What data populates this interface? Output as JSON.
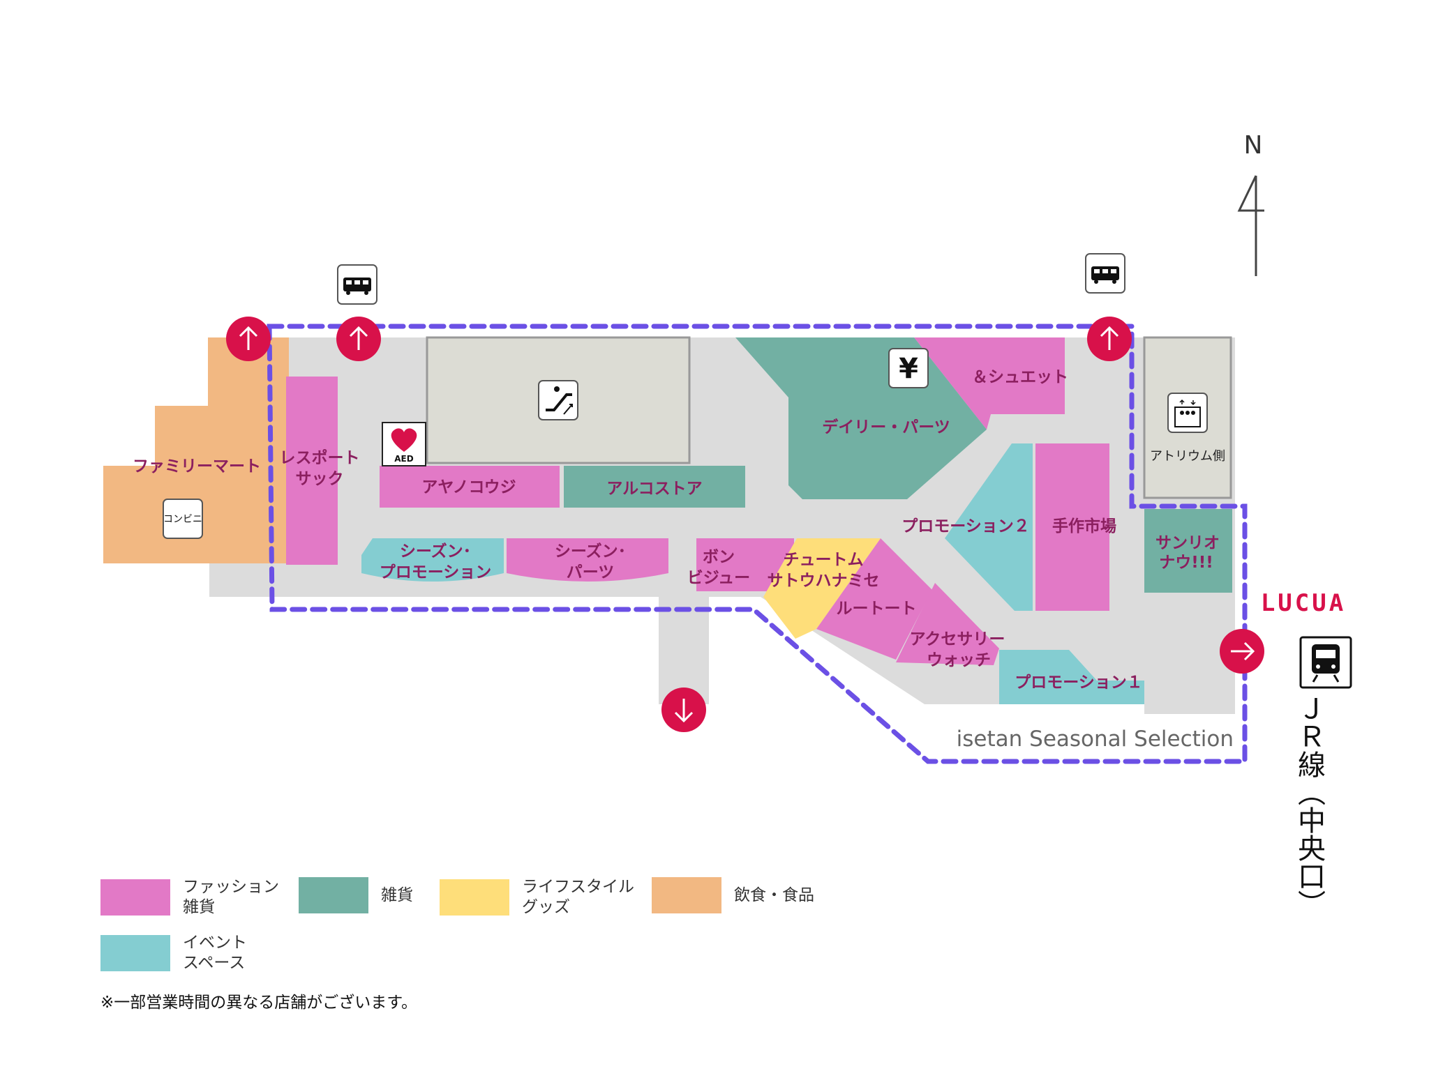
{
  "map": {
    "compass": "N",
    "stores": {
      "family_mart": "ファミリーマート",
      "convenience_sign": "コンビニ",
      "lesportsac": [
        "レスポート",
        "サック"
      ],
      "ayanokoji": "アヤノコウジ",
      "arukostore": "アルコストア",
      "season_promotion": [
        "シーズン･",
        "プロモーション"
      ],
      "season_parts": [
        "シーズン･",
        "パーツ"
      ],
      "bon_bijou": [
        "ボン",
        "ビジュー"
      ],
      "chutomu": [
        "チュートム",
        "サトウハナミセ"
      ],
      "rootote": "ルートート",
      "accessory_watch": [
        "アクセサリー",
        "ウォッチ"
      ],
      "promotion1": "プロモーション１",
      "promotion2": "プロモーション２",
      "tezukuri": "手作市場",
      "daily_parts": "デイリー・パーツ",
      "chouette": "＆シュエット",
      "sanrio": [
        "サンリオ",
        "ナウ!!!"
      ],
      "atrium": "アトリウム側"
    },
    "aed": "AED",
    "yen": "¥",
    "isetan": "isetan  Seasonal  Selection",
    "lucua": "LUCUA",
    "jr_line": "ＪＲ線（中央口）"
  },
  "legend": [
    {
      "label": "ファッション\n雑貨",
      "color": "#e279c6"
    },
    {
      "label": "雑貨",
      "color": "#72b0a3"
    },
    {
      "label": "ライフスタイル\nグッズ",
      "color": "#fede7a"
    },
    {
      "label": "飲食・食品",
      "color": "#f2b882"
    },
    {
      "label": "イベント\nスペース",
      "color": "#84cdd1"
    }
  ],
  "note": "※一部営業時間の異なる店舗がございます。",
  "colors": {
    "fashion": "#e279c6",
    "goods": "#72b0a3",
    "lifestyle": "#fede7a",
    "food": "#f2b882",
    "event": "#84cdd1",
    "corridor": "#dcdcdc",
    "exit": "#d8114a",
    "boundary": "#6b50e5"
  }
}
